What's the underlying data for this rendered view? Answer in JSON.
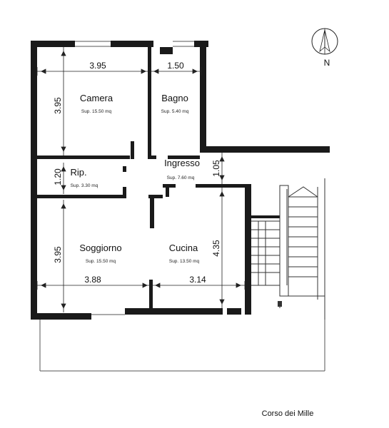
{
  "rooms": {
    "camera": {
      "name": "Camera",
      "area": "Sup. 15.50 mq"
    },
    "bagno": {
      "name": "Bagno",
      "area": "Sup. 5.40 mq"
    },
    "ingresso": {
      "name": "Ingresso",
      "area": "Sup. 7.60 mq"
    },
    "ripostiglio": {
      "name": "Rip.",
      "area": "Sup. 3.30 mq"
    },
    "soggiorno": {
      "name": "Soggiorno",
      "area": "Sup. 15.50 mq"
    },
    "cucina": {
      "name": "Cucina",
      "area": "Sup. 13.50 mq"
    }
  },
  "dimensions": {
    "camera_width": "3.95",
    "bagno_width": "1.50",
    "camera_height": "3.95",
    "ingresso_depth": "1.05",
    "rip_height": "1.20",
    "soggiorno_height": "3.95",
    "cucina_height": "4.35",
    "soggiorno_width": "3.88",
    "cucina_width": "3.14"
  },
  "street": "Corso dei Mille",
  "compass": {
    "label": "N"
  },
  "colors": {
    "wall": "#1a1a1a",
    "line": "#222222",
    "stair": "#333333"
  }
}
